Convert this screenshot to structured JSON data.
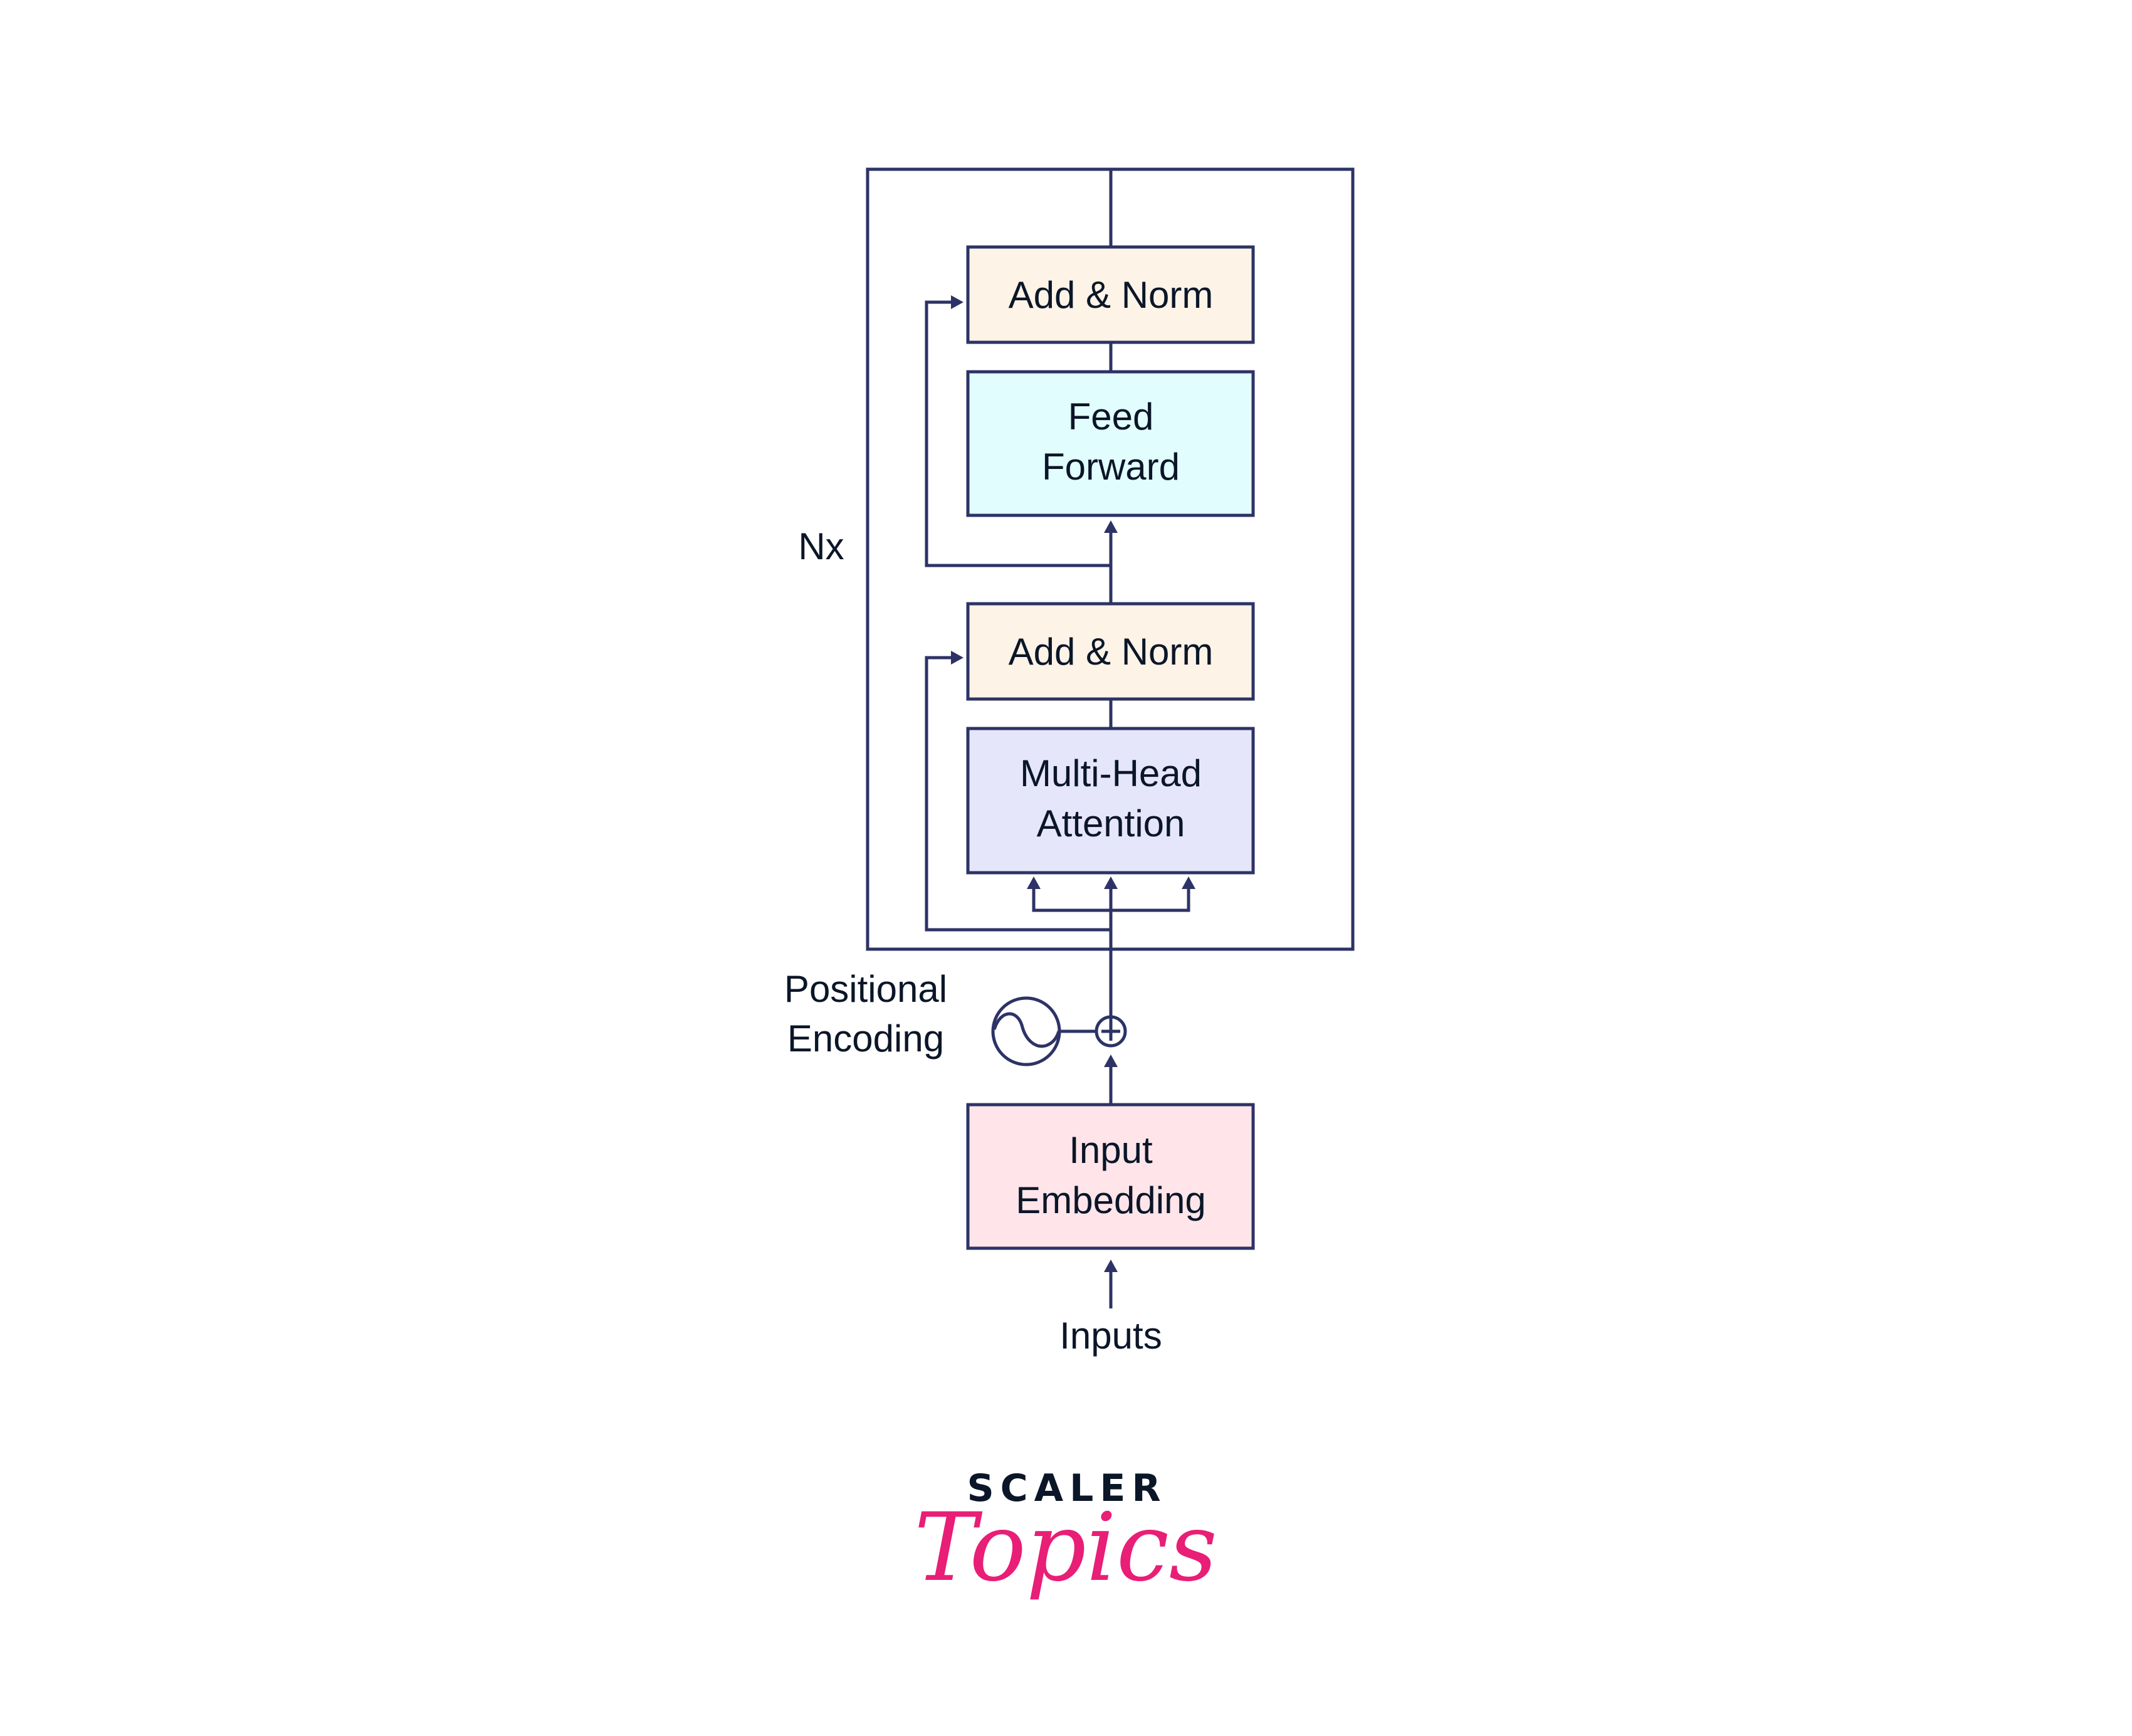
{
  "diagram": {
    "title": "Transformer Encoder",
    "repeat_label": "Nx",
    "blocks": {
      "add_norm_top": {
        "label": "Add & Norm",
        "fill": "#FDF3E6"
      },
      "feed_forward": {
        "line1": "Feed",
        "line2": "Forward",
        "fill": "#E2FDFD"
      },
      "add_norm_bottom": {
        "label": "Add & Norm",
        "fill": "#FDF3E6"
      },
      "multi_head_attention": {
        "line1": "Multi-Head",
        "line2": "Attention",
        "fill": "#E6E6FA"
      },
      "input_embedding": {
        "line1": "Input",
        "line2": "Embedding",
        "fill": "#FFE5E9"
      }
    },
    "positional_encoding": {
      "line1": "Positional",
      "line2": "Encoding"
    },
    "inputs_label": "Inputs",
    "icons": {
      "positional_encoding": "sine-wave-circle-icon",
      "add": "circled-plus-icon"
    },
    "stroke_color": "#2D3366",
    "text_color": "#0B1628"
  },
  "logo": {
    "brand": "SCALER",
    "sub": "Topics",
    "brand_color": "#0B1628",
    "sub_color": "#E91E76"
  }
}
